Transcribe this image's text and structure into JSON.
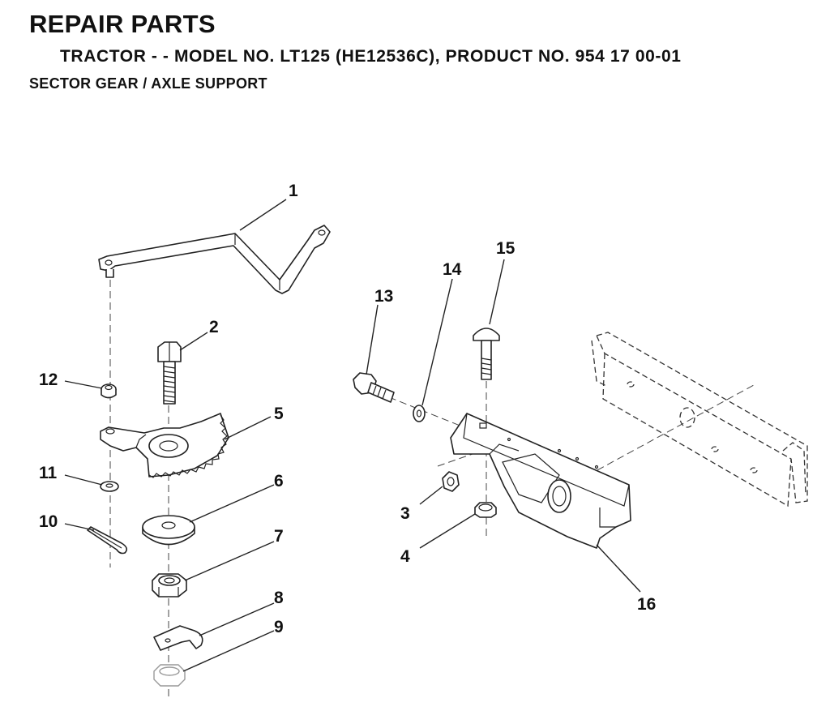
{
  "header": {
    "title": "REPAIR PARTS",
    "subtitle": "TRACTOR - - MODEL NO. LT125 (HE12536C),  PRODUCT NO. 954 17 00-01",
    "section": "SECTOR GEAR / AXLE SUPPORT"
  },
  "callouts": {
    "c1": "1",
    "c2": "2",
    "c3": "3",
    "c4": "4",
    "c5": "5",
    "c6": "6",
    "c7": "7",
    "c8": "8",
    "c9": "9",
    "c10": "10",
    "c11": "11",
    "c12": "12",
    "c13": "13",
    "c14": "14",
    "c15": "15",
    "c16": "16"
  }
}
